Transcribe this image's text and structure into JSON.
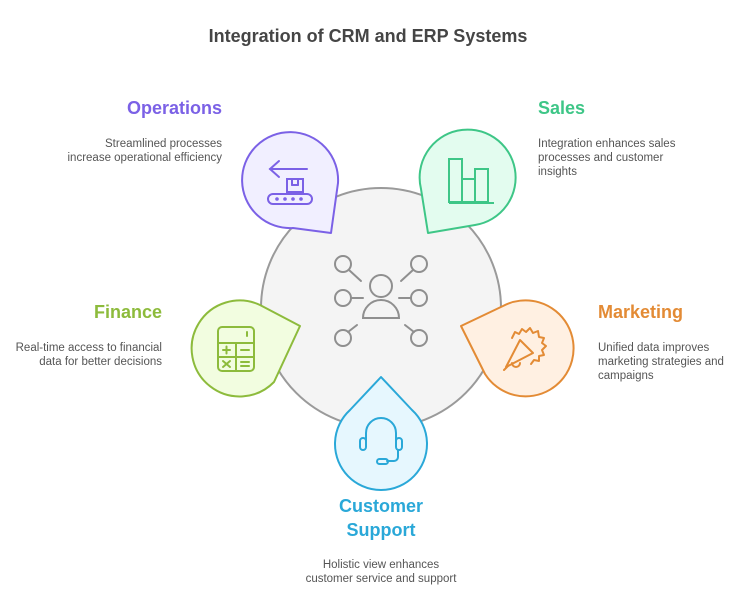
{
  "title": "Integration of CRM and ERP Systems",
  "center": {
    "icon": "user-network-icon"
  },
  "items": [
    {
      "id": "operations",
      "label": "Operations",
      "description_lines": [
        "Streamlined processes",
        "increase operational efficiency"
      ],
      "icon": "conveyor-box-icon",
      "color": "#7b61e6",
      "fill": "#f1efff"
    },
    {
      "id": "sales",
      "label": "Sales",
      "description_lines": [
        "Integration enhances sales",
        "processes and customer",
        "insights"
      ],
      "icon": "bar-chart-icon",
      "color": "#3ec687",
      "fill": "#e3fcef"
    },
    {
      "id": "finance",
      "label": "Finance",
      "description_lines": [
        "Real-time access to financial",
        "data for better decisions"
      ],
      "icon": "calculator-icon",
      "color": "#8dbb3c",
      "fill": "#f2fde0"
    },
    {
      "id": "marketing",
      "label": "Marketing",
      "description_lines": [
        "Unified data improves",
        "marketing strategies and",
        "campaigns"
      ],
      "icon": "megaphone-icon",
      "color": "#e38b35",
      "fill": "#fff0e2"
    },
    {
      "id": "customer-support",
      "label_lines": [
        "Customer",
        "Support"
      ],
      "description_lines": [
        "Holistic view enhances",
        "customer service and support"
      ],
      "icon": "headset-icon",
      "color": "#2aa8d8",
      "fill": "#e6f7fe"
    }
  ]
}
